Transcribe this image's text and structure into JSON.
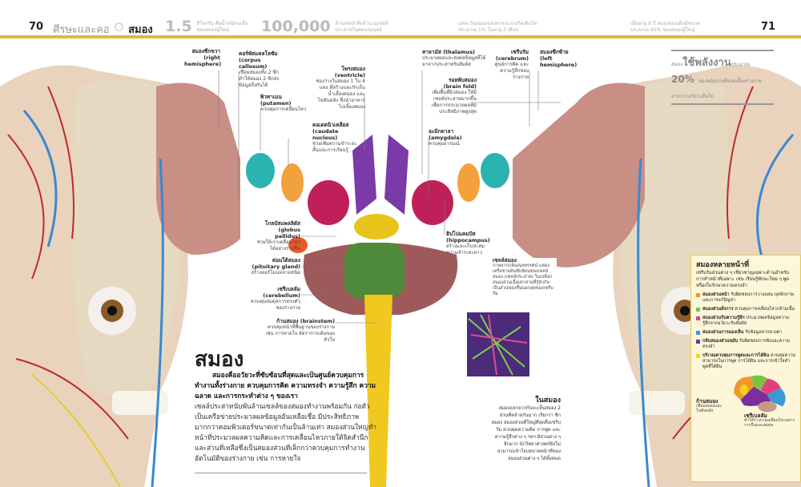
{
  "header": {
    "left_page_number": "70",
    "section": "ศีรษะและคอ",
    "bullet": "○",
    "chapter": "สมอง",
    "fact1_num": "1.5",
    "fact1_text": "กิโลกรัม คือน้ำหนักเฉลี่ยของสมองผู้ใหญ่",
    "fact2_num": "100,000",
    "fact2_text": "ล้านเซลล์ คือจำนวนเซลล์ประสาทในสมองมนุษย์",
    "fact3_text": "แต่ละวันสมองของทารกแรกเกิดเติบโตประมาณ 1% ในอายุ 3 เดือน",
    "fact4_text": "เมื่ออายุ 9 ปี สมองของเด็กมีขนาดประมาณ 95% ของสมองผู้ใหญ่",
    "right_page_number": "71",
    "accent": "#e6b830"
  },
  "labels": {
    "right_hemisphere": {
      "title": "สมองซีกขวา (right hemisphere)"
    },
    "corpus_callosum": {
      "title": "คอร์พัสแคลโลซัม (corpus callosum)",
      "desc": "เชื่อมสมองทั้ง 2 ซีก ทำให้สมอง 2 ซีกส่งข้อมูลถึงกันได้"
    },
    "ventricle": {
      "title": "โพรงสมอง (ventricle)",
      "desc": "ช่องว่างในสมอง 1 ใน 4 แห่ง ที่สร้างและกักเก็บน้ำเลี้ยงสมอง และไขสันหลัง ซึ่งนำอาหารไปเลี้ยงสมอง"
    },
    "putamen": {
      "title": "พิวทาเมน (putamen)",
      "desc": "ควบคุมการเคลื่อนไหว"
    },
    "caudate": {
      "title": "คอเดตนิวเคลียส (caudate nucleus)",
      "desc": "ช่วยเพิ่มความจำระยะสั้นและการเรียนรู้"
    },
    "globus": {
      "title": "โกลบัสแพลลิดัส (globus pallidus)",
      "desc": "ช่วยให้เราเคลื่อนไหวได้อย่างราบรื่น"
    },
    "pituitary": {
      "title": "ต่อมใต้สมอง (pituitary gland)",
      "desc": "สร้างฮอร์โมนหลายชนิด"
    },
    "cerebellum": {
      "title": "เซรีเบลลัม (cerebellum)",
      "desc": "ควบคุมสมดุลการทรงตัวของร่างกาย"
    },
    "brainstem": {
      "title": "ก้านสมอง (brainstem)",
      "desc": "ควบคุมหน้าที่พื้นฐานของร่างกาย เช่น การหายใจ อัตราการเต้นของหัวใจ"
    },
    "thalamus": {
      "title": "ทาลามัส (thalamus)",
      "desc": "ประมวลผลและส่งต่อข้อมูลที่ได้มาจากประสาทรับสัมผัส"
    },
    "cerebrum": {
      "title": "เซรีบรัม (cerebrum)",
      "desc": "ศูนย์การคิด และความรู้สึกของร่างกาย"
    },
    "left_hemisphere": {
      "title": "สมองซีกซ้าย (left hemisphere)"
    },
    "brain_fold": {
      "title": "รอยพับสมอง (brain fold)",
      "desc": "เพิ่มพื้นที่ผิวสมอง ให้มีเซลล์ประสาทมากขึ้น เพื่อการประมวลผลที่มีประสิทธิภาพสูงสุด"
    },
    "amygdala": {
      "title": "อะมิกดาลา (amygdala)",
      "desc": "ควบคุมอารมณ์"
    },
    "hippocampus": {
      "title": "ฮิปโปแคมปัส (hippocampus)",
      "desc": "สร้างและเก็บสะสมความจำระยะยาว"
    },
    "brain_cells": {
      "title": "เซลล์สมอง",
      "desc": "ภาพจากกล้องจุลทรรศน์ แสดงเครือข่ายอันซับซ้อนของเซลล์สมอง (เซลล์ประสาท) ในเปลือกสมองส่วนเนื้อเทาสามที่รู้จักกันเป็นส่วนของชั้นนอกสุดของเซรีบรัม"
    }
  },
  "main": {
    "title": "สมอง",
    "lead": "สมองคืออวัยวะที่ซับซ้อนที่สุดและเป็นศูนย์ควบคุมการทำงานทั้งร่างกาย ควบคุมการคิด ความทรงจำ ความรู้สึก ความฉลาด และการกระทำต่าง ๆ ของเรา",
    "body": "เซลล์ประสาทนับพันล้านเซลล์ของสมองทำงานพร้อมกัน ก่อตัวเป็นเครือข่ายประมวลผลข้อมูลอันเหลือเชื่อ มีประสิทธิภาพมากกว่าคอมพิวเตอร์ขนาดเท่ากันเป็นล้านเท่า สมองส่วนใหญ่ทำหน้าที่ประมวลผลความคิดและการเคลื่อนไหวภายใต้จิตสำนึก และส่วนที่เหลือซึ่งเป็นสมองส่วนที่เล็กกว่าควบคุมการทำงานอัตโนมัติของร่างกาย เช่น การหายใจ"
  },
  "energy_box": {
    "pre": "สมอง",
    "highlight": "ใช้พลังงาน",
    "mid": "ประมาณ",
    "pct": "20%",
    "rest": "ของพลังงานที่หล่อเลี้ยงร่างกาย มากกว่าอวัยวะอื่นใด"
  },
  "in_brain": {
    "title": "ในสมอง",
    "text": "สมองแยกจากกันจะเห็นสมอง 2 ส่วนที่คล้ายกันมาก เรียกว่า ซีกสมอง สมองส่วนที่ใหญ่ที่สุดคือเซรีบรัม ควบคุมความคิด การพูด และความรู้สึกต่าง ๆ ฯลฯ มีส่วนต่าง ๆ อีกมาก นักวิทยาศาสตร์ยังไม่สามารถเข้าใจบทบาทหน้าที่ของสมองส่วนต่าง ๆ ได้ทั้งหมด"
  },
  "multi_box": {
    "title": "สมองหลายหน้าที่",
    "intro": "เซรีบรัมส่วนต่าง ๆ เชี่ยวชาญเฉพาะด้านสำหรับการทำหน้าที่เฉพาะ เช่น เรียนรู้ทักษะใหม่ ๆ พูด หรือเก็บรักษาความทรงจำ",
    "items": [
      {
        "name": "สมองส่วนหน้า",
        "desc": "รับผิดชอบการวางแผน บุคลิกภาพ และการแก้ปัญหา",
        "color": "#f0962a"
      },
      {
        "name": "สมองส่วนสั่งการ",
        "desc": "ควบคุมการเคลื่อนไหวกล้ามเนื้อ",
        "color": "#7cc242"
      },
      {
        "name": "สมองส่วนรับความรู้สึก",
        "desc": "ประมวลผลข้อมูลความรู้สึกจากอวัยวะรับสัมผัส",
        "color": "#e0407a"
      },
      {
        "name": "สมองส่วนการมองเห็น",
        "desc": "รับข้อมูลจากดวงตา",
        "color": "#3a9ad8"
      },
      {
        "name": "กลีบสมองส่วนขมับ",
        "desc": "รับผิดชอบการฟังและความทรงจำ",
        "color": "#7a2fa0"
      },
      {
        "name": "บริเวณควบคุมการพูดและการได้ยิน",
        "desc": "ควบคุมความสามารถในการพูด การได้ยิน และการเข้าใจคำพูดที่ได้ยิน",
        "color": "#f2d51a"
      }
    ],
    "diagram_brainstem": {
      "title": "ก้านสมอง",
      "desc": "เชื่อมสมองและไขสันหลัง"
    },
    "diagram_cerebellum": {
      "title": "เซรีเบลลัม",
      "desc": "ทำให้ร่างกายเคลื่อนไหวอย่างราบรื่นและสมดุล"
    }
  }
}
